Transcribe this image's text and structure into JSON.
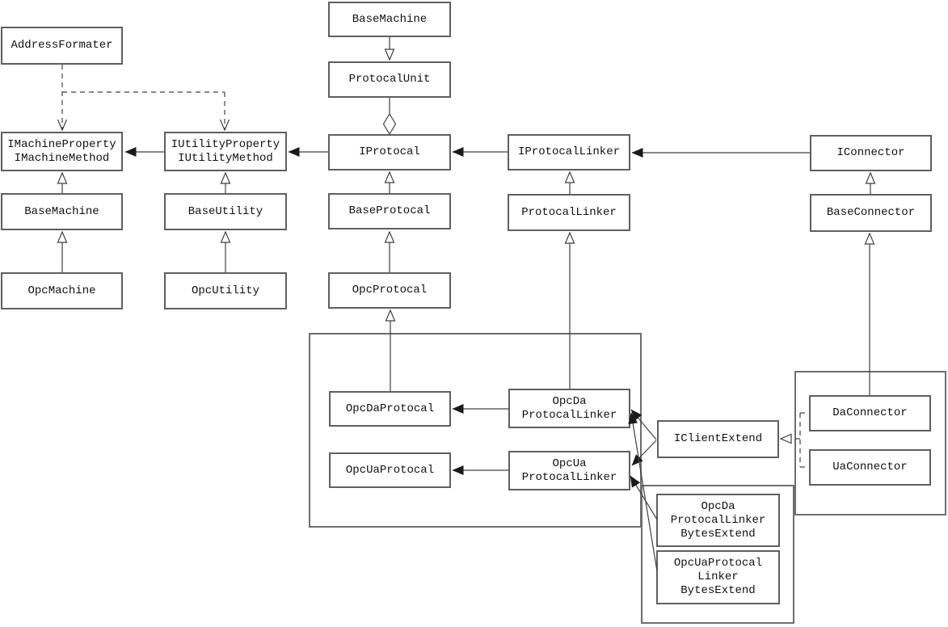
{
  "diagram": {
    "type": "uml-class-diagram",
    "background_color": "#ffffff",
    "line_color": "#404040",
    "box_border_color": "#5f5f5f",
    "text_color": "#111111",
    "nodes": {
      "address_formater": {
        "label": "AddressFormater"
      },
      "i_machine": {
        "label": "IMachineProperty\nIMachineMethod"
      },
      "base_machine_left": {
        "label": "BaseMachine"
      },
      "opc_machine": {
        "label": "OpcMachine"
      },
      "i_utility": {
        "label": "IUtilityProperty\nIUtilityMethod"
      },
      "base_utility": {
        "label": "BaseUtility"
      },
      "opc_utility": {
        "label": "OpcUtility"
      },
      "base_machine_top": {
        "label": "BaseMachine"
      },
      "protocal_unit": {
        "label": "ProtocalUnit"
      },
      "i_protocal": {
        "label": "IProtocal"
      },
      "base_protocal": {
        "label": "BaseProtocal"
      },
      "opc_protocal": {
        "label": "OpcProtocal"
      },
      "i_protocal_linker": {
        "label": "IProtocalLinker"
      },
      "protocal_linker": {
        "label": "ProtocalLinker"
      },
      "i_connector": {
        "label": "IConnector"
      },
      "base_connector": {
        "label": "BaseConnector"
      },
      "opc_da_protocal": {
        "label": "OpcDaProtocal"
      },
      "opc_ua_protocal": {
        "label": "OpcUaProtocal"
      },
      "opc_da_protocal_linker": {
        "label": "OpcDa\nProtocalLinker"
      },
      "opc_ua_protocal_linker": {
        "label": "OpcUa\nProtocalLinker"
      },
      "i_client_extend": {
        "label": "IClientExtend"
      },
      "da_connector": {
        "label": "DaConnector"
      },
      "ua_connector": {
        "label": "UaConnector"
      },
      "opc_da_protocal_linker_bytes_extend": {
        "label": "OpcDa\nProtocalLinker\nBytesExtend"
      },
      "opc_ua_protocal_linker_bytes_extend": {
        "label": "OpcUaProtocal\nLinker\nBytesExtend"
      }
    },
    "relations": [
      {
        "from": "OpcMachine",
        "to": "BaseMachine",
        "type": "inheritance"
      },
      {
        "from": "BaseMachine",
        "to": "IMachineProperty IMachineMethod",
        "type": "inheritance"
      },
      {
        "from": "OpcUtility",
        "to": "BaseUtility",
        "type": "inheritance"
      },
      {
        "from": "BaseUtility",
        "to": "IUtilityProperty IUtilityMethod",
        "type": "inheritance"
      },
      {
        "from": "AddressFormater",
        "to": "IMachineProperty IMachineMethod",
        "type": "dashed-dependency"
      },
      {
        "from": "AddressFormater",
        "to": "IUtilityProperty IUtilityMethod",
        "type": "dashed-dependency"
      },
      {
        "from": "IUtilityProperty IUtilityMethod",
        "to": "IMachineProperty IMachineMethod",
        "type": "arrow"
      },
      {
        "from": "IProtocal",
        "to": "IUtilityProperty IUtilityMethod",
        "type": "arrow"
      },
      {
        "from": "BaseMachine",
        "to": "ProtocalUnit",
        "type": "inheritance-down"
      },
      {
        "from": "ProtocalUnit",
        "to": "IProtocal",
        "type": "aggregation"
      },
      {
        "from": "BaseProtocal",
        "to": "IProtocal",
        "type": "inheritance"
      },
      {
        "from": "OpcProtocal",
        "to": "BaseProtocal",
        "type": "inheritance"
      },
      {
        "from": "OpcDaProtocal",
        "to": "OpcProtocal",
        "type": "inheritance"
      },
      {
        "from": "IProtocalLinker",
        "to": "IProtocal",
        "type": "arrow"
      },
      {
        "from": "ProtocalLinker",
        "to": "IProtocalLinker",
        "type": "inheritance"
      },
      {
        "from": "OpcDaProtocalLinker",
        "to": "ProtocalLinker",
        "type": "inheritance"
      },
      {
        "from": "IConnector",
        "to": "IProtocalLinker",
        "type": "arrow"
      },
      {
        "from": "BaseConnector",
        "to": "IConnector",
        "type": "inheritance"
      },
      {
        "from": "DaConnector",
        "to": "BaseConnector",
        "type": "inheritance"
      },
      {
        "from": "OpcDaProtocalLinker",
        "to": "OpcDaProtocal",
        "type": "arrow"
      },
      {
        "from": "OpcUaProtocalLinker",
        "to": "OpcUaProtocal",
        "type": "arrow"
      },
      {
        "from": "IClientExtend",
        "to": "OpcDaProtocalLinker",
        "type": "arrow"
      },
      {
        "from": "IClientExtend",
        "to": "OpcUaProtocalLinker",
        "type": "arrow"
      },
      {
        "from": "OpcUaProtocalLinkerBytesExtend",
        "to": "OpcDaProtocalLinker",
        "type": "arrow"
      },
      {
        "from": "OpcDaProtocalLinkerBytesExtend",
        "to": "OpcUaProtocalLinker",
        "type": "arrow"
      },
      {
        "from": "DaConnector",
        "to": "IClientExtend",
        "type": "realization"
      },
      {
        "from": "UaConnector",
        "to": "IClientExtend",
        "type": "realization"
      }
    ]
  }
}
